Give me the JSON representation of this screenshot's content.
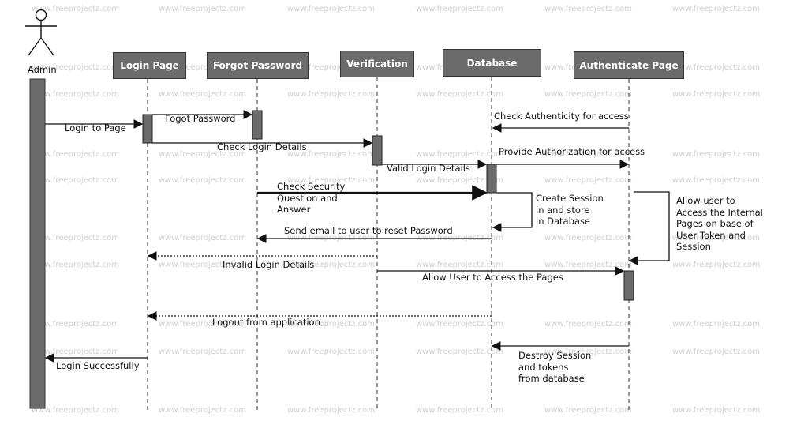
{
  "actor": "Admin",
  "lifelines": [
    "Login Page",
    "Forgot Password",
    "Verification",
    "Database",
    "Authenticate Page"
  ],
  "watermark": "www.freeprojectz.com",
  "messages": {
    "m1": "Login to Page",
    "m2": "Fogot Password",
    "m3": "Check Authenticity for access",
    "m4": "Check Login Details",
    "m5": "Provide Authorization for access",
    "m6": "Valid Login Details",
    "m7": "Check Security\nQuestion and\nAnswer",
    "m8": "Create Session\nin and store\nin Database",
    "m9": "Allow user to\nAccess the Internal\nPages on base of\nUser Token and\nSession",
    "m10": "Send email to user to reset Password",
    "m11": "Invalid Login Details",
    "m12": "Allow User to Access the Pages",
    "m13": "Logout from application",
    "m14": "Destroy Session\nand tokens\nfrom database",
    "m15": "Login Successfully"
  },
  "colors": {
    "header_fill": "#6b6b6b",
    "activation_fill": "#6b6b6b",
    "line": "#111111",
    "watermark": "#cfcfcf"
  }
}
